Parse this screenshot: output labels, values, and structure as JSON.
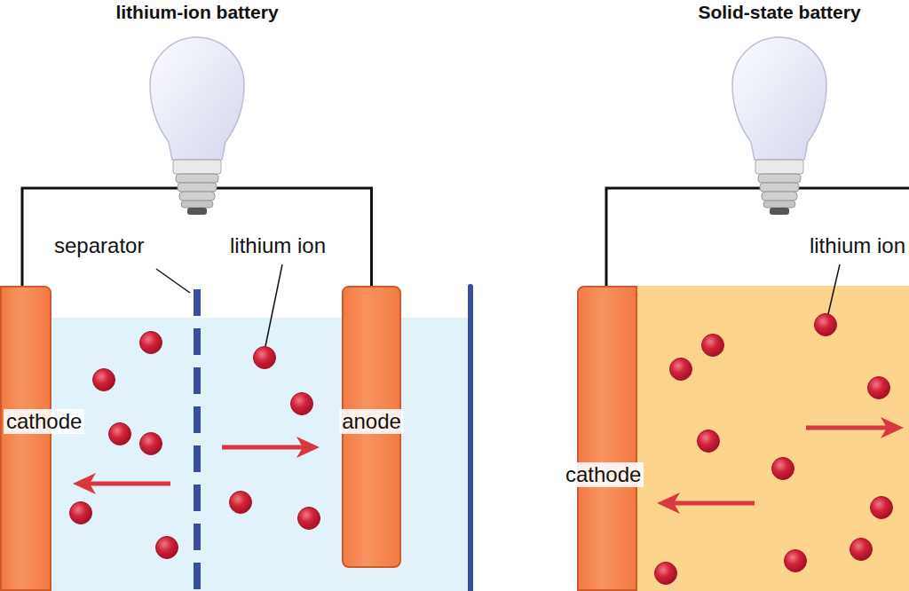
{
  "diagram": {
    "nodes": [
      {
        "text": [
          "cathode"
        ]
      },
      {
        "text": [
          "anode"
        ]
      },
      {
        "text": [
          "cathode"
        ]
      }
    ],
    "edges": [
      {
        "from": 0,
        "to": 1,
        "arrow": "none"
      }
    ],
    "labels": [
      "lithium-ion battery",
      "separator",
      "lithium ion",
      "Solid-state battery",
      "lithium ion"
    ]
  }
}
